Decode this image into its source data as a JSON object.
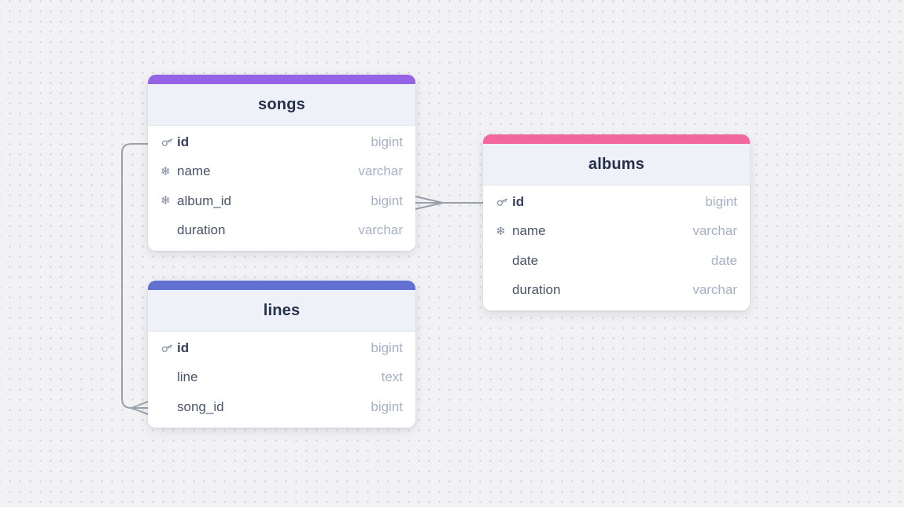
{
  "canvas": {
    "background_color": "#f2f2f4",
    "dot_color": "#d6d7da",
    "connector_color": "#9aa0aa"
  },
  "tables": [
    {
      "title": "songs",
      "accent_color": "#9463e6",
      "fields": [
        {
          "name": "id",
          "type": "bigint",
          "icon": "key-icon",
          "primary_key": true
        },
        {
          "name": "name",
          "type": "varchar",
          "icon": "snowflake-icon",
          "primary_key": false
        },
        {
          "name": "album_id",
          "type": "bigint",
          "icon": "snowflake-icon",
          "primary_key": false
        },
        {
          "name": "duration",
          "type": "varchar",
          "icon": null,
          "primary_key": false
        }
      ]
    },
    {
      "title": "albums",
      "accent_color": "#f2689c",
      "fields": [
        {
          "name": "id",
          "type": "bigint",
          "icon": "key-icon",
          "primary_key": true
        },
        {
          "name": "name",
          "type": "varchar",
          "icon": "snowflake-icon",
          "primary_key": false
        },
        {
          "name": "date",
          "type": "date",
          "icon": null,
          "primary_key": false
        },
        {
          "name": "duration",
          "type": "varchar",
          "icon": null,
          "primary_key": false
        }
      ]
    },
    {
      "title": "lines",
      "accent_color": "#6270d2",
      "fields": [
        {
          "name": "id",
          "type": "bigint",
          "icon": "key-icon",
          "primary_key": true
        },
        {
          "name": "line",
          "type": "text",
          "icon": null,
          "primary_key": false
        },
        {
          "name": "song_id",
          "type": "bigint",
          "icon": null,
          "primary_key": false
        }
      ]
    }
  ],
  "relationships": [
    {
      "from": "albums.id",
      "to": "songs.album_id",
      "cardinality": "one-to-many"
    },
    {
      "from": "songs.id",
      "to": "lines.song_id",
      "cardinality": "one-to-many"
    }
  ],
  "icons": {
    "snowflake_glyph": "❄"
  }
}
